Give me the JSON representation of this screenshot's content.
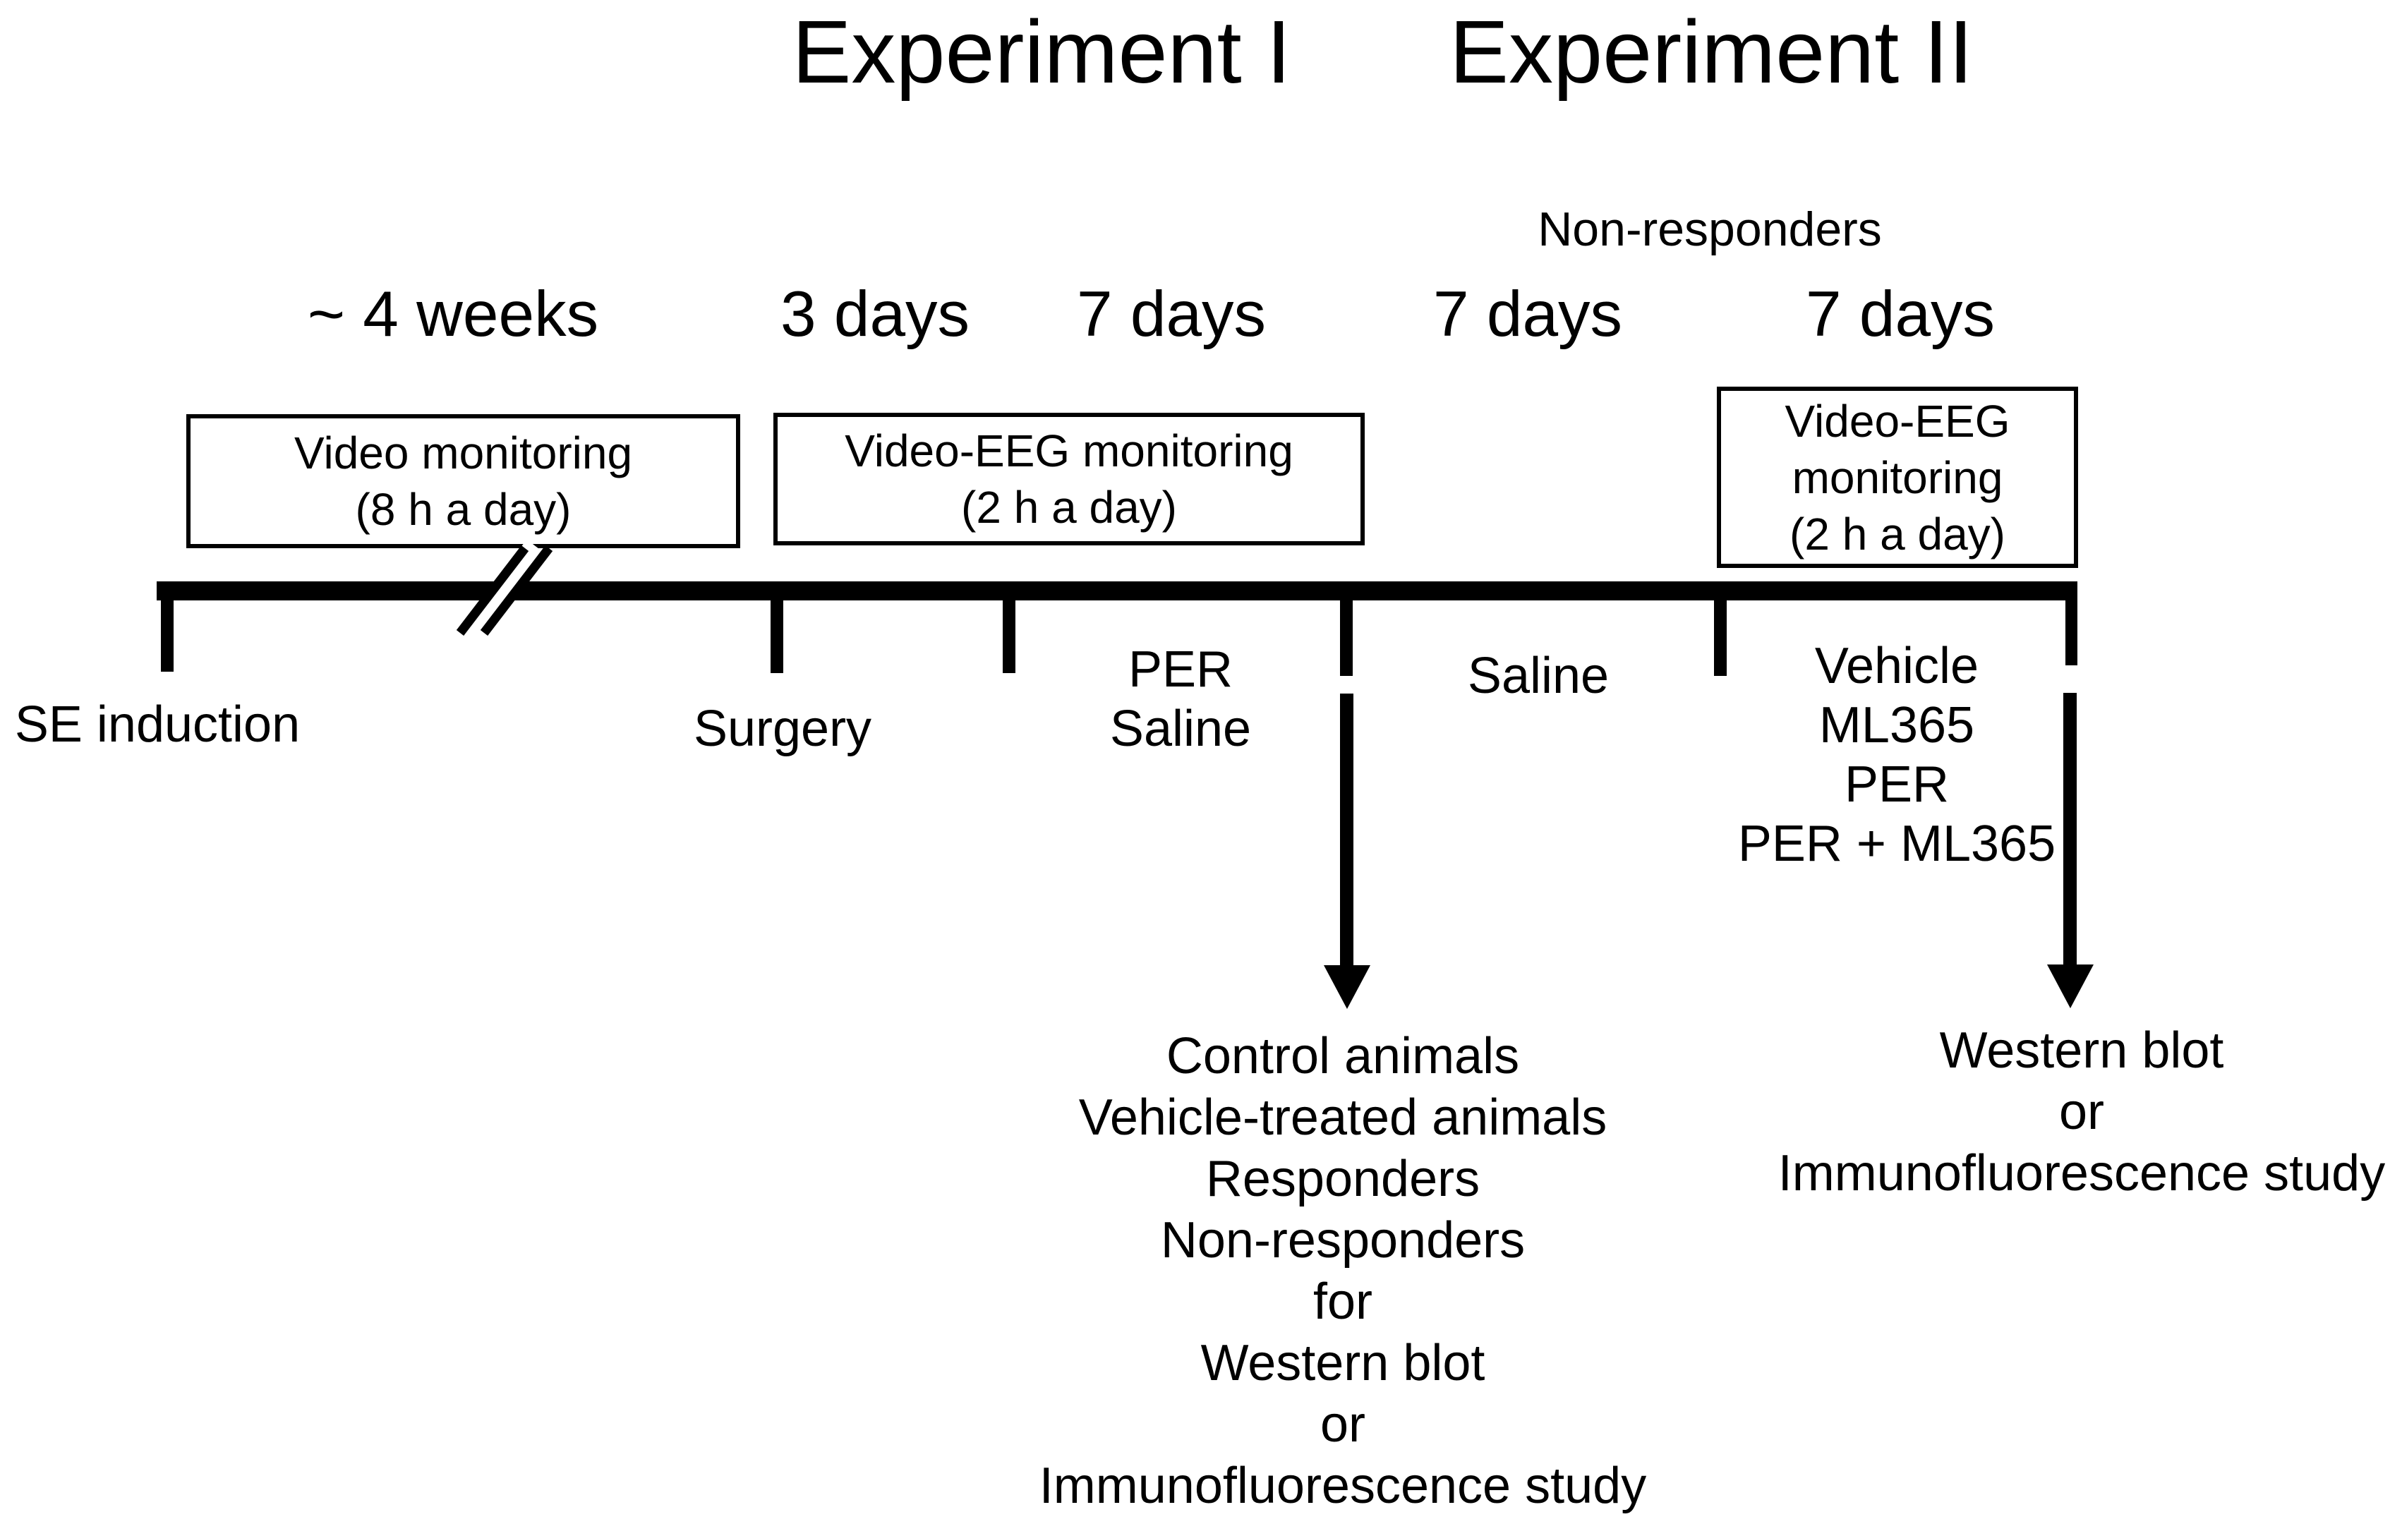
{
  "colors": {
    "ink": "#000000",
    "background": "#ffffff"
  },
  "titles": {
    "experiment1": "Experiment I",
    "experiment2": "Experiment II"
  },
  "top_label": "Non-responders",
  "durations": {
    "d1": "~ 4 weeks",
    "d2": "3 days",
    "d3": "7 days",
    "d4": "7 days",
    "d5": "7 days"
  },
  "monitoring_boxes": {
    "video": {
      "line1": "Video monitoring",
      "line2": "(8 h a day)"
    },
    "video_eeg_exp1": {
      "line1": "Video-EEG monitoring",
      "line2": "(2 h a day)"
    },
    "video_eeg_exp2": {
      "line1": "Video-EEG",
      "line2": "monitoring",
      "line3": "(2 h a day)"
    }
  },
  "event_labels": {
    "se_induction": "SE induction",
    "surgery": "Surgery",
    "exp1_treatment": {
      "line1": "PER",
      "line2": "Saline"
    },
    "exp2_saline": "Saline",
    "exp2_treatment": {
      "line1": "Vehicle",
      "line2": "ML365",
      "line3": "PER",
      "line4": "PER + ML365"
    }
  },
  "outcomes": {
    "exp1": [
      "Control animals",
      "Vehicle-treated animals",
      "Responders",
      "Non-responders",
      "for",
      "Western blot",
      "or",
      "Immunofluorescence study"
    ],
    "exp2": [
      "Western blot",
      "or",
      "Immunofluorescence study"
    ]
  }
}
